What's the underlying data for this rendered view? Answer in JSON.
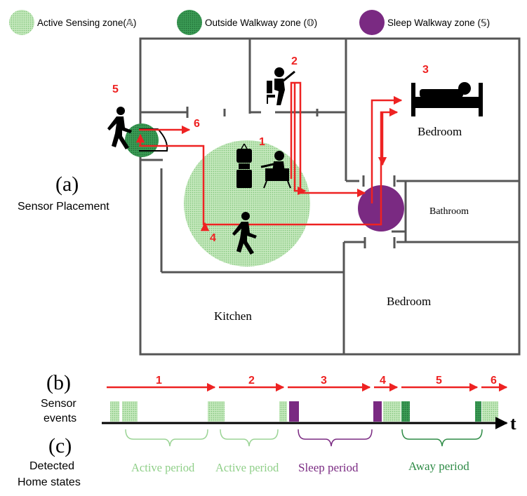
{
  "legend": {
    "active": "Active Sensing zone(𝔸)",
    "outside": "Outside Walkway zone (𝕆)",
    "sleep": "Sleep Walkway zone (𝕊)"
  },
  "labels": {
    "a_tag": "(a)",
    "a_caption": "Sensor Placement",
    "b_tag": "(b)",
    "b_caption_line1": "Sensor",
    "b_caption_line2": "events",
    "c_tag": "(c)",
    "c_caption_line1": "Detected",
    "c_caption_line2": "Home states",
    "time_axis": "t"
  },
  "rooms": {
    "bedroom_top": "Bedroom",
    "bathroom": "Bathroom",
    "kitchen": "Kitchen",
    "bedroom_bottom": "Bedroom"
  },
  "path_steps": [
    "1",
    "2",
    "3",
    "4",
    "5",
    "6"
  ],
  "timeline_steps": [
    "1",
    "2",
    "3",
    "4",
    "5",
    "6"
  ],
  "periods": [
    "Active period",
    "Active period",
    "Sleep period",
    "Away period"
  ],
  "colors": {
    "active": "#a8d8a0",
    "outside": "#2e8b46",
    "sleep": "#7a2a82",
    "path": "#ee2222",
    "wall": "#555555",
    "active_text": "#8fcf88",
    "sleep_text": "#7a2a82",
    "away_text": "#2e8b46"
  }
}
